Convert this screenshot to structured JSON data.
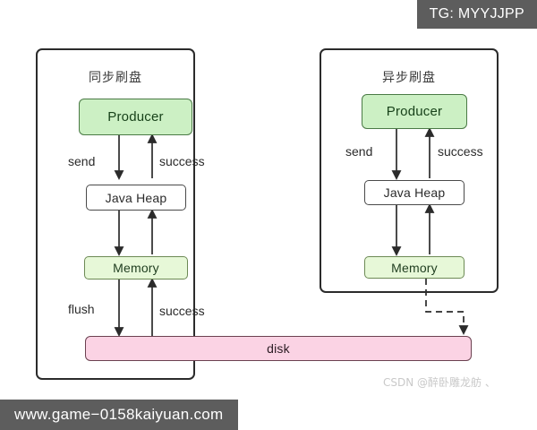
{
  "diagram": {
    "type": "flow-diagram",
    "background_color": "#ffffff",
    "panels": [
      {
        "id": "sync",
        "title": "同步刷盘",
        "nodes": [
          {
            "id": "sync-producer",
            "label": "Producer",
            "fill": "#ccf0c4",
            "stroke": "#4a7a45"
          },
          {
            "id": "sync-heap",
            "label": "Java Heap",
            "fill": "#ffffff",
            "stroke": "#4a4a4a"
          },
          {
            "id": "sync-memory",
            "label": "Memory",
            "fill": "#e7f8d8",
            "stroke": "#6d8a55"
          }
        ],
        "edges": [
          {
            "id": "sync-send",
            "label": "send",
            "from": "sync-producer",
            "to": "sync-heap",
            "style": "solid"
          },
          {
            "id": "sync-success-up",
            "label": "success",
            "from": "sync-heap",
            "to": "sync-producer",
            "style": "solid"
          },
          {
            "id": "sync-heap-to-memory",
            "label": "",
            "from": "sync-heap",
            "to": "sync-memory",
            "style": "solid"
          },
          {
            "id": "sync-memory-to-heap",
            "label": "",
            "from": "sync-memory",
            "to": "sync-heap",
            "style": "solid"
          },
          {
            "id": "sync-flush",
            "label": "flush",
            "from": "sync-memory",
            "to": "disk",
            "style": "solid"
          },
          {
            "id": "sync-success-disk",
            "label": "success",
            "from": "disk",
            "to": "sync-memory",
            "style": "solid"
          }
        ]
      },
      {
        "id": "async",
        "title": "异步刷盘",
        "nodes": [
          {
            "id": "async-producer",
            "label": "Producer",
            "fill": "#ccf0c4",
            "stroke": "#4a7a45"
          },
          {
            "id": "async-heap",
            "label": "Java Heap",
            "fill": "#ffffff",
            "stroke": "#4a4a4a"
          },
          {
            "id": "async-memory",
            "label": "Memory",
            "fill": "#e7f8d8",
            "stroke": "#6d8a55"
          }
        ],
        "edges": [
          {
            "id": "async-send",
            "label": "send",
            "from": "async-producer",
            "to": "async-heap",
            "style": "solid"
          },
          {
            "id": "async-success-up",
            "label": "success",
            "from": "async-heap",
            "to": "async-producer",
            "style": "solid"
          },
          {
            "id": "async-heap-to-memory",
            "label": "",
            "from": "async-heap",
            "to": "async-memory",
            "style": "solid"
          },
          {
            "id": "async-memory-to-heap",
            "label": "",
            "from": "async-memory",
            "to": "async-heap",
            "style": "solid"
          },
          {
            "id": "async-flush-dashed",
            "label": "",
            "from": "async-memory",
            "to": "disk",
            "style": "dashed"
          }
        ]
      }
    ],
    "shared": {
      "disk": {
        "id": "disk",
        "label": "disk",
        "fill": "#fbd3e4",
        "stroke": "#6b4150"
      }
    }
  },
  "watermarks": {
    "tg": "TG: MYYJJPP",
    "site": "www.game−0158kaiyuan.com",
    "csdn": "CSDN @醉卧雕龙舫 、"
  }
}
